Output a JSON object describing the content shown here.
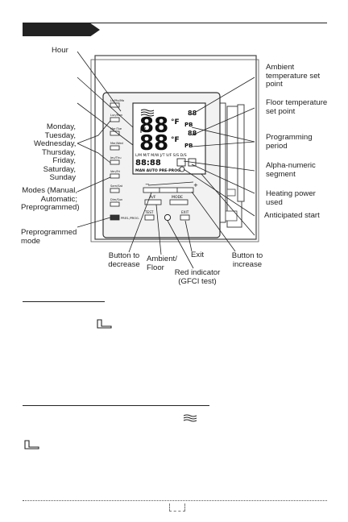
{
  "labels": {
    "hour": "Hour",
    "ambient_sp": "Ambient temperature set point",
    "floor_sp": "Floor temperature set point",
    "days": "Monday, Tuesday, Wednesday, Thursday, Friday, Saturday, Sunday",
    "programming_period": "Programming period",
    "alpha_numeric": "Alpha-numeric segment",
    "modes": "Modes (Manual, Automatic; Preprogrammed)",
    "heating_power": "Heating power used",
    "anticipated_start": "Anticipated start",
    "preprogrammed_mode": "Preprogrammed mode",
    "button_decrease": "Button to decrease",
    "ambient_floor": "Ambient/ Floor",
    "red_indicator": "Red indicator (GFCI test)",
    "exit": "Exit",
    "button_increase": "Button to increase"
  },
  "device": {
    "day_buttons": [
      "Lu/Mo/Mo",
      "Lun/Mon",
      "Mar/Tue",
      "Mer/Wed",
      "Jeu/Thu",
      "Ven/Fri",
      "Sam/Sat",
      "Dim/Sun"
    ],
    "pres_prog": "PRES./PROG.",
    "top_digits": "88",
    "top_unit": "°F",
    "top_small": "88",
    "top_pd": "PB",
    "mid_digits": "88",
    "mid_unit": "°F",
    "mid_small": "88",
    "mid_pd": "PB",
    "days_row": "L/M M/T M/W J/T V/F S/S D/S",
    "time_digits": "88:88",
    "mode_row": "MAN AUTO PRE-PROG",
    "btn_af": "A/F",
    "btn_mode": "MODE",
    "btn_test": "TEST",
    "btn_exit": "EXIT",
    "minus": "−",
    "plus": "+"
  },
  "colors": {
    "ink": "#1a1a1a",
    "device_face": "#f2f2f2",
    "lcd": "#ffffff",
    "frame": "#444444"
  }
}
